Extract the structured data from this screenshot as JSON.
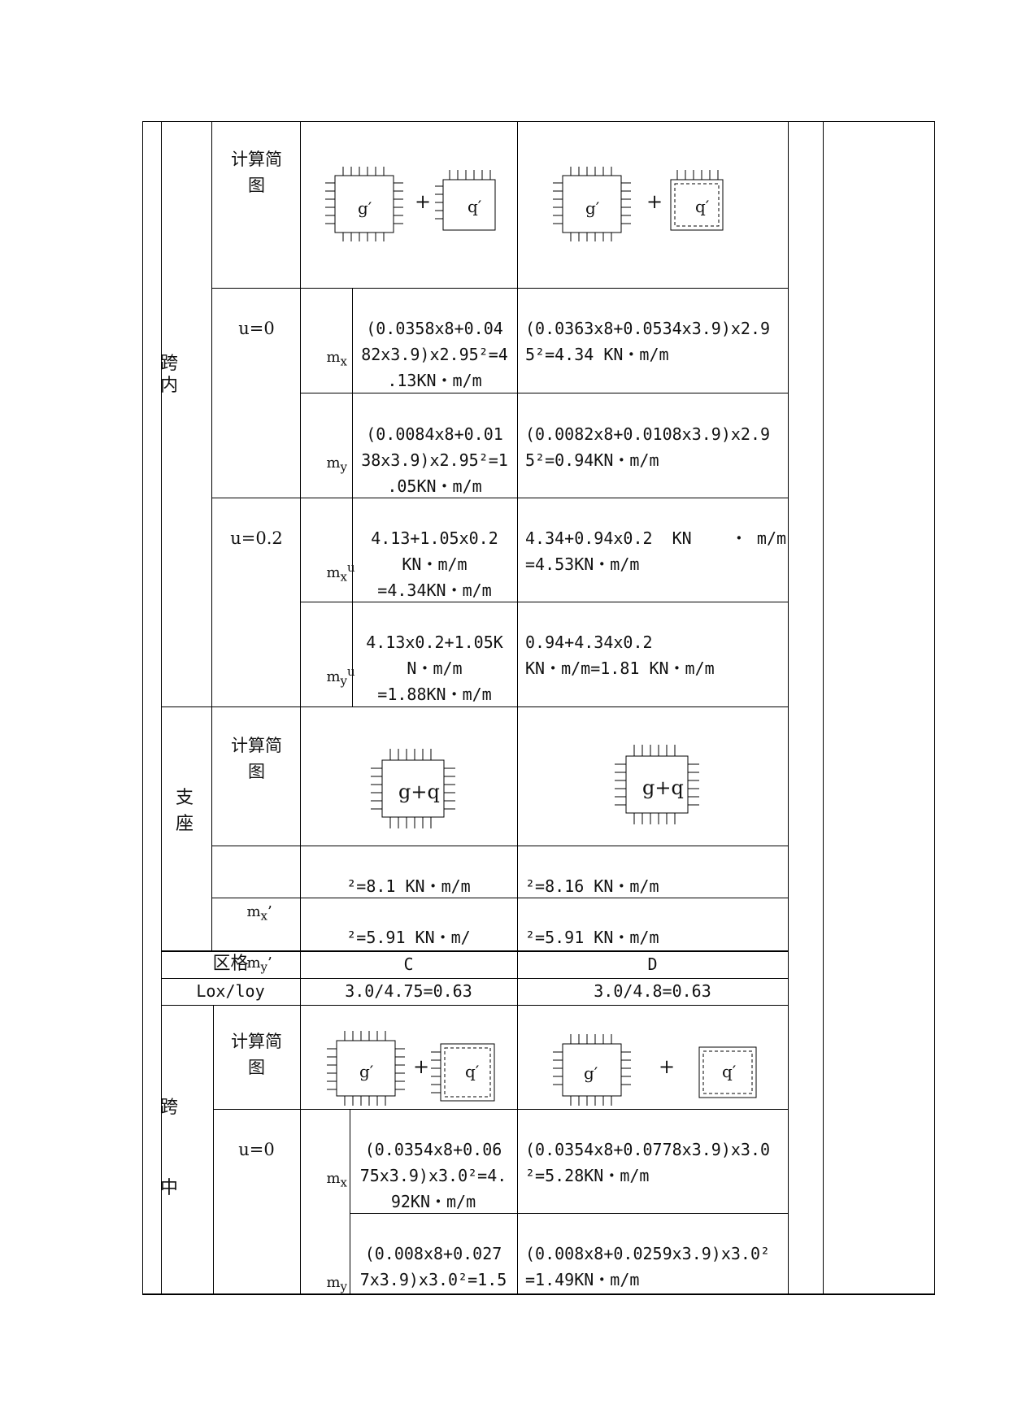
{
  "labels": {
    "calc_diagram": "计算简图",
    "span_in_top": "跨",
    "span_in_bottom": "内",
    "support_top": "支",
    "support_bottom": "座",
    "span_mid_top": "跨",
    "span_mid_bottom": "中",
    "region": "区格",
    "ratio": "Lox/loy",
    "u0": "u=0",
    "u02": "u=0.2",
    "mx": "m",
    "mx_sub": "x",
    "my": "m",
    "my_sub": "y",
    "mxu_sub": "x",
    "mxu_sup": "u",
    "myu_sub": "y",
    "myu_sup": "u",
    "mx_prime": "m",
    "mx_prime_sub": "x",
    "mx_prime_mark": "’",
    "my_prime": "m",
    "my_prime_sub": "y",
    "my_prime_mark": "’"
  },
  "diagrams": {
    "g_prime": "g′",
    "q_prime": "q′",
    "plus": "+",
    "g_plus_q": "g+q"
  },
  "upper": {
    "col1": {
      "mx_u0": [
        "(0.0358x8+0.04",
        "82x3.9)x2.95²=4",
        ".13KN・m/m"
      ],
      "my_u0": [
        "(0.0084x8+0.01",
        "38x3.9)x2.95²=1",
        ".05KN・m/m"
      ],
      "mxu": [
        "4.13+1.05x0.2",
        "KN・m/m",
        "=4.34KN・m/m"
      ],
      "myu": [
        "4.13x0.2+1.05K",
        "N・m/m",
        "=1.88KN・m/m"
      ],
      "mx_prime": "²=8.1 KN・m/m",
      "my_prime": "²=5.91 KN・m/"
    },
    "col2": {
      "mx_u0": [
        "(0.0363x8+0.0534x3.9)x2.9",
        "5²=4.34 KN・m/m"
      ],
      "my_u0": [
        "(0.0082x8+0.0108x3.9)x2.9",
        "5²=0.94KN・m/m"
      ],
      "mxu": [
        "4.34+0.94x0.2  KN    ・ m/m",
        "=4.53KN・m/m"
      ],
      "myu": [
        "0.94+4.34x0.2",
        "KN・m/m=1.81 KN・m/m"
      ],
      "mx_prime": "²=8.16 KN・m/m",
      "my_prime": "²=5.91 KN・m/m"
    }
  },
  "lower": {
    "region_c": "C",
    "region_d": "D",
    "ratio_c": "3.0/4.75=0.63",
    "ratio_d": "3.0/4.8=0.63",
    "col1": {
      "mx_u0": [
        "(0.0354x8+0.06",
        "75x3.9)x3.0²=4.",
        "92KN・m/m"
      ],
      "my_u0": [
        "(0.008x8+0.027",
        "7x3.9)x3.0²=1.5"
      ]
    },
    "col2": {
      "mx_u0": [
        "(0.0354x8+0.0778x3.9)x3.0",
        "²=5.28KN・m/m"
      ],
      "my_u0": [
        "(0.008x8+0.0259x3.9)x3.0²",
        "=1.49KN・m/m"
      ]
    }
  }
}
